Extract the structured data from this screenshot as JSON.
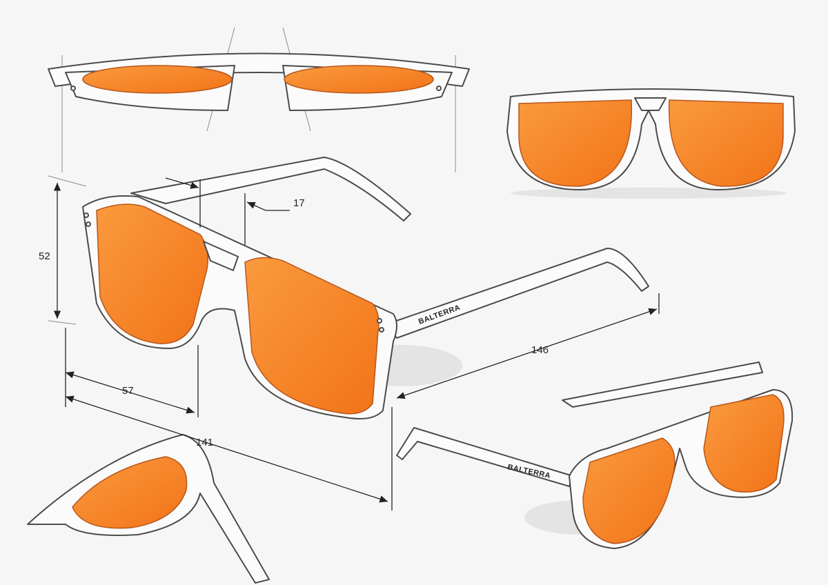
{
  "brand": "BALTERRA",
  "colors": {
    "lens": "#f57d1f",
    "lens_light": "#fa9a3e",
    "outline": "#4a4a4a",
    "background": "#f6f6f6"
  },
  "dimensions": {
    "bridge": "17",
    "lens_height": "52",
    "lens_width": "57",
    "frame_width": "141",
    "temple_length": "146"
  }
}
